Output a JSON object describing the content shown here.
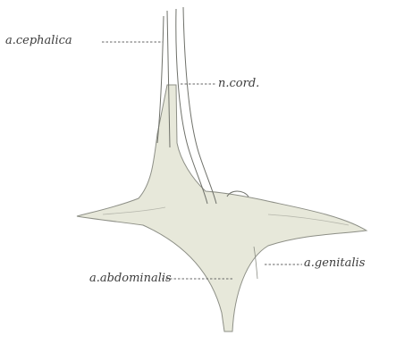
{
  "figure": {
    "colors": {
      "background": "#ffffff",
      "fill": "#e7e8da",
      "outline": "#8d8f86",
      "vessel": "#6f716a",
      "label": "#3c3c3c",
      "leader": "#666666"
    },
    "labels": {
      "cephalica": "a.cephalica",
      "cord": "n.cord.",
      "abdominalis": "a.abdominalis",
      "genitalis": "a.genitalis"
    }
  }
}
